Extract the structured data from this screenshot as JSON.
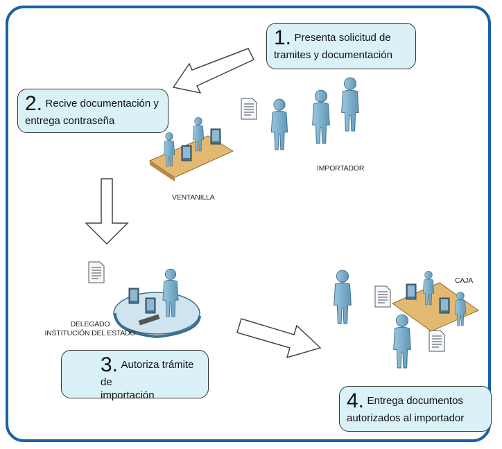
{
  "steps": [
    {
      "num": "1.",
      "line1": "Presenta solicitud de",
      "line2": "tramites y documentación"
    },
    {
      "num": "2.",
      "line1": "Recive documentación y",
      "line2": "entrega contraseña"
    },
    {
      "num": "3.",
      "line1": "Autoriza trámite de",
      "line2": "importación"
    },
    {
      "num": "4.",
      "line1": "Entrega documentos",
      "line2": "autorizados al importador"
    }
  ],
  "labels": {
    "importador": "IMPORTADOR",
    "ventanilla": "VENTANILLA",
    "delegado_line1": "DELEGADO",
    "delegado_line2": "INSTITUCIÓN DEL ESTADO",
    "caja": "CAJA"
  },
  "colors": {
    "frame": "#1760a8",
    "bubble_fill": "#d9f1f7",
    "person": "#7fb3d0",
    "desk": "#e3b870"
  }
}
